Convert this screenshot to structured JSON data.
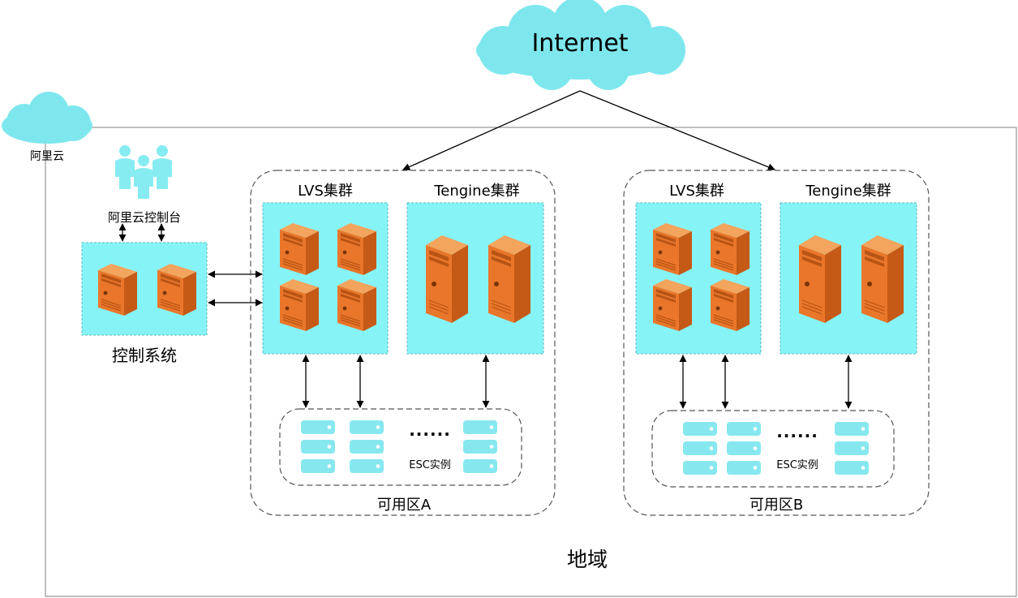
{
  "internet": {
    "label": "Internet"
  },
  "cloud": {
    "label": "阿里云"
  },
  "console": {
    "label": "阿里云控制台"
  },
  "control_system": {
    "label": "控制系统"
  },
  "region": {
    "label": "地域"
  },
  "zones": [
    {
      "label": "可用区A",
      "lvs_label": "LVS集群",
      "tengine_label": "Tengine集群",
      "ecs_dots": "......",
      "ecs_label": "ESC实例"
    },
    {
      "label": "可用区B",
      "lvs_label": "LVS集群",
      "tengine_label": "Tengine集群",
      "ecs_dots": "......",
      "ecs_label": "ESC实例"
    }
  ],
  "colors": {
    "cyan": "#86f4f7",
    "cloud": "#7ee7ee",
    "server_front": "#e9762a",
    "server_side": "#c55a17",
    "server_top": "#f3a45d",
    "ecs_block": "#86e8ee",
    "line": "#000000"
  }
}
